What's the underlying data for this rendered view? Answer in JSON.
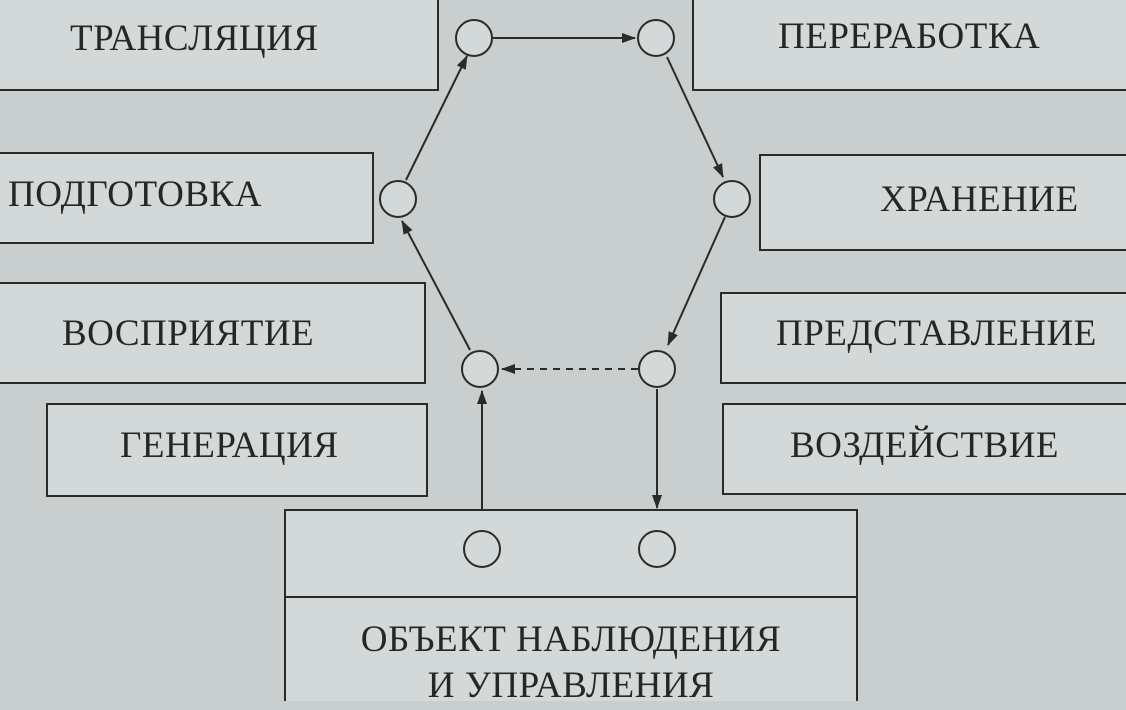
{
  "stages": {
    "translation": "ТРАНСЛЯЦИЯ",
    "processing": "ПЕРЕРАБОТКА",
    "preparation": "ПОДГОТОВКА",
    "storage": "ХРАНЕНИЕ",
    "perception": "ВОСПРИЯТИЕ",
    "presentation": "ПРЕДСТАВЛЕНИЕ",
    "generation": "ГЕНЕРАЦИЯ",
    "influence": "ВОЗДЕЙСТВИЕ"
  },
  "object": {
    "line1": "ОБЪЕКТ НАБЛЮДЕНИЯ",
    "line2": "И УПРАВЛЕНИЯ"
  },
  "colors": {
    "background": "#c9cfce",
    "box_fill": "#d3d9d8",
    "line": "#2a2a2a"
  }
}
